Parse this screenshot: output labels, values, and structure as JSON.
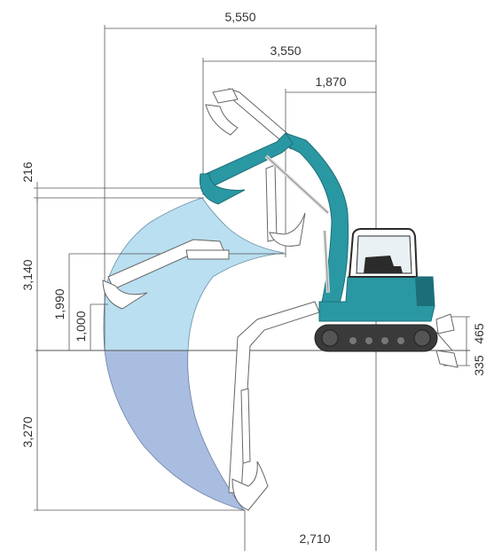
{
  "dimensions": {
    "top_width": "5,550",
    "mid_width": "3,550",
    "small_width": "1,870",
    "top_offset": "216",
    "height_total": "3,140",
    "height_mid": "1,990",
    "height_low": "1,000",
    "blade_up": "465",
    "blade_down": "335",
    "dig_depth": "3,270",
    "bottom_width": "2,710"
  },
  "colors": {
    "machine": "#2a98a3",
    "machine_dark": "#1c6f78",
    "cab": "#2b2b2b",
    "track": "#3a3a3a",
    "reach_upper": "#b9dff0",
    "reach_lower": "#a9bde0",
    "outline": "#666666"
  }
}
